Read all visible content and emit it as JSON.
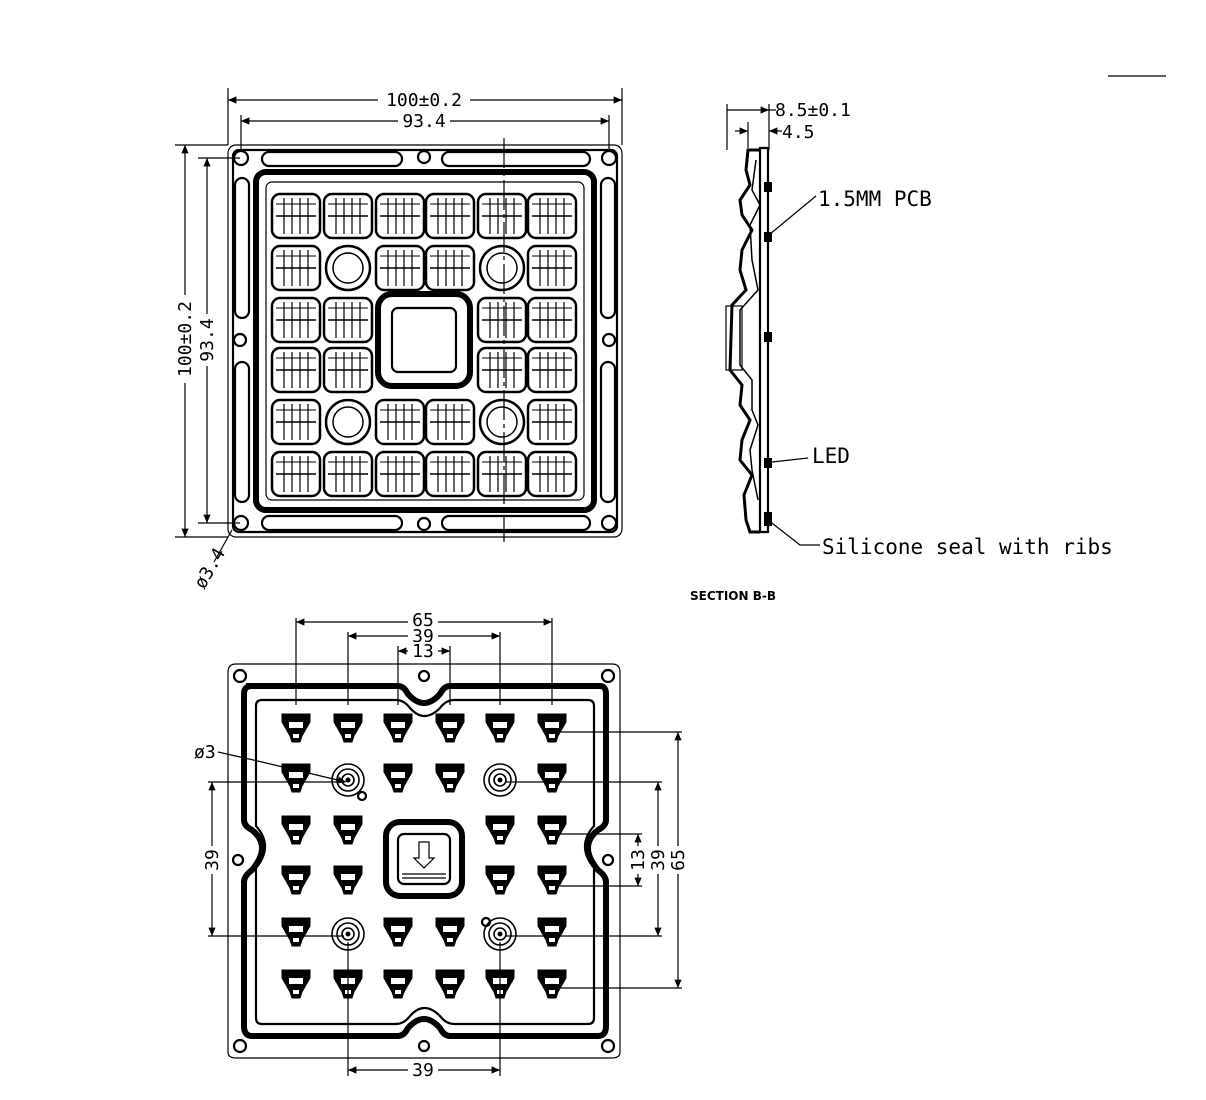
{
  "top_view": {
    "dim_overall_width": "100±0.2",
    "dim_inner_width": "93.4",
    "dim_overall_height": "100±0.2",
    "dim_inner_height": "93.4",
    "dim_hole_diameter": "ø3.4"
  },
  "side_section": {
    "dim_thickness": "8.5±0.1",
    "dim_offset": "4.5",
    "label_pcb": "1.5MM PCB",
    "label_led": "LED",
    "label_seal": "Silicone seal with ribs",
    "section_title": "SECTION B-B"
  },
  "bottom_view": {
    "dim_top_65": "65",
    "dim_top_39": "39",
    "dim_top_13": "13",
    "dim_hole": "ø3",
    "dim_left_39": "39",
    "dim_right_13": "13",
    "dim_right_39": "39",
    "dim_right_65": "65",
    "dim_bottom_39": "39"
  },
  "colors": {
    "line": "#000000",
    "background": "#ffffff"
  }
}
